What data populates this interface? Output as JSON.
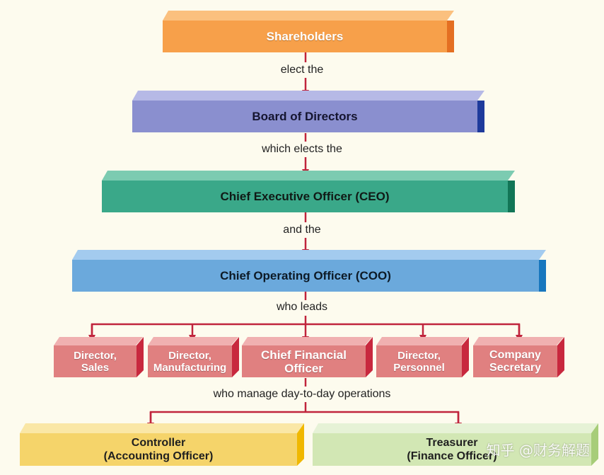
{
  "boxes": {
    "shareholders": "Shareholders",
    "board": "Board of Directors",
    "ceo": "Chief Executive Officer (CEO)",
    "coo": "Chief Operating Officer (COO)",
    "dir_sales": "Director,\nSales",
    "dir_manufacturing": "Director,\nManufacturing",
    "cfo": "Chief Financial\nOfficer",
    "dir_personnel": "Director,\nPersonnel",
    "company_secretary": "Company\nSecretary",
    "controller": "Controller\n(Accounting Officer)",
    "treasurer": "Treasurer\n(Finance Officer)"
  },
  "connectors": {
    "elect": "elect the",
    "which_elects": "which elects the",
    "and_the": "and the",
    "who_leads": "who leads",
    "who_manage": "who manage day-to-day operations"
  },
  "watermark": "知乎 @财务解题",
  "colors": {
    "shareholders": "#f7a04a",
    "board": "#8a8fcf",
    "ceo": "#3aa889",
    "coo": "#6ba9dc",
    "directors": "#e08080",
    "controller": "#f5d46a",
    "treasurer": "#d2e7b4",
    "arrow": "#c0243c"
  }
}
